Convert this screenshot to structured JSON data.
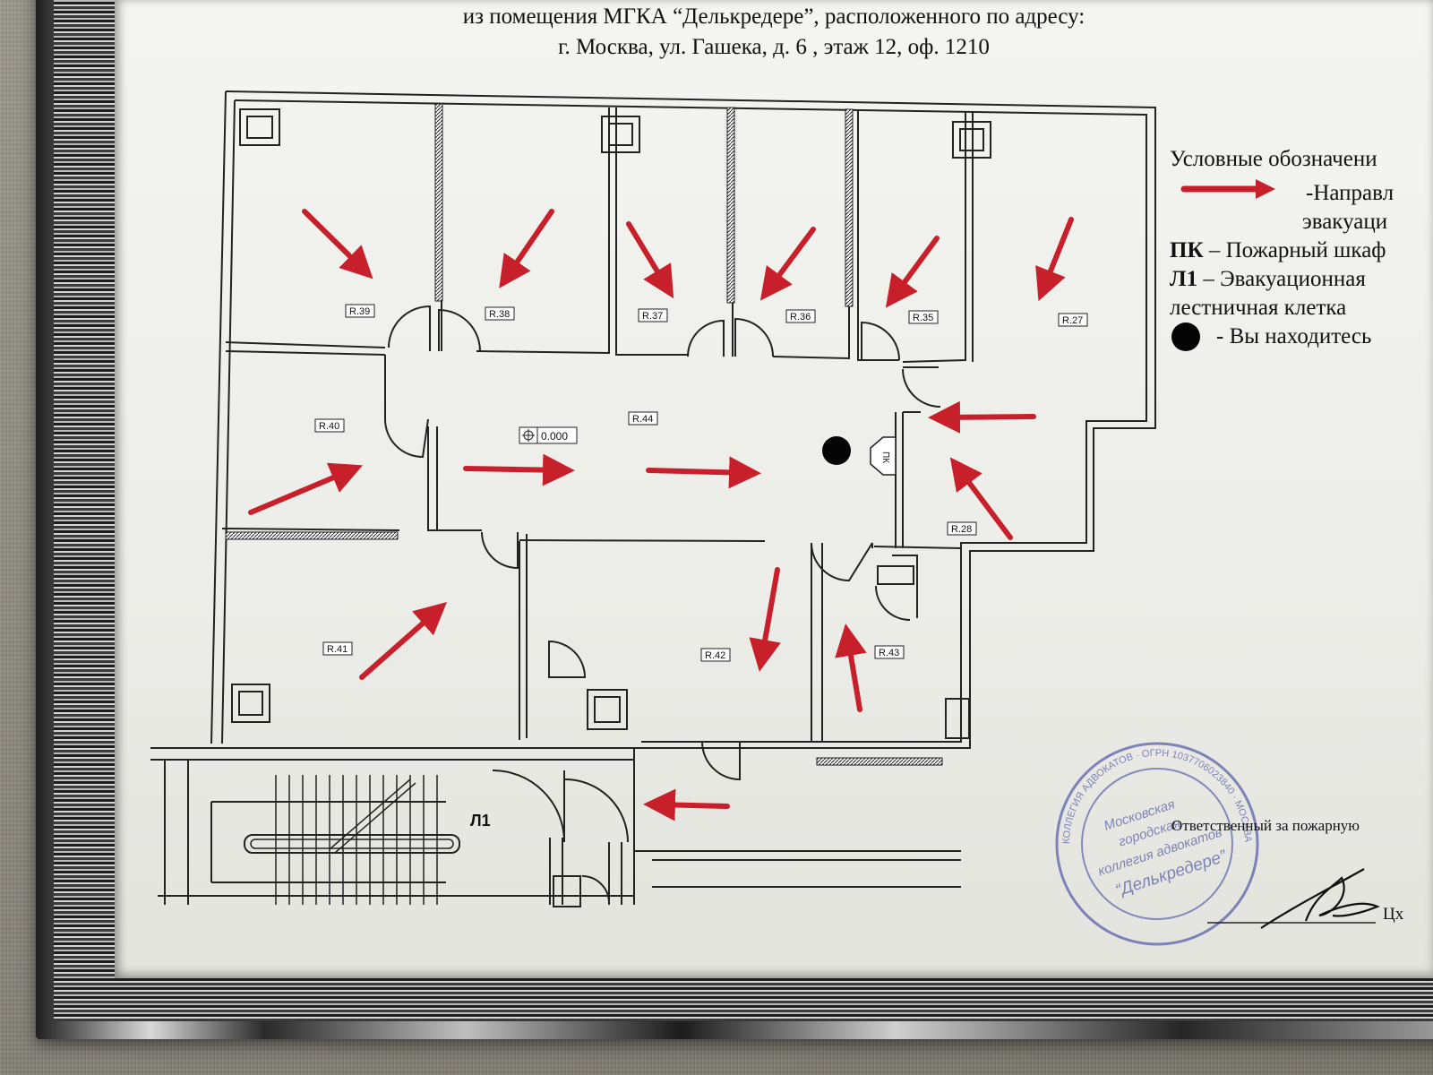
{
  "header": {
    "line1": "из помещения МГКА “Делькредере”, расположенного по адресу:",
    "line2": "г. Москва, ул. Гашека, д. 6 , этаж 12, оф. 1210"
  },
  "plan": {
    "rooms": [
      "R.39",
      "R.38",
      "R.37",
      "R.36",
      "R.35",
      "R.27",
      "R.40",
      "R.44",
      "R.28",
      "R.41",
      "R.42",
      "R.43"
    ],
    "elevation": "0.000",
    "hydrant": "ПК",
    "stair": "Л1"
  },
  "legend": {
    "title": "Условные обозначени",
    "arrow_line1": "-Направл",
    "arrow_line2": "эвакуаци",
    "pk_abbr": "ПК",
    "pk_text": " – Пожарный шкаф",
    "l1_abbr": "Л1",
    "l1_text": " – Эвакуационная",
    "l1_text2": "лестничная клетка",
    "you_text": "- Вы находитесь"
  },
  "footer": {
    "responsible": "Ответственный за пожарную",
    "signer": "Цх"
  },
  "stamp": {
    "center_line1": "Московская",
    "center_line2": "городская",
    "center_line3": "коллегия адвокатов",
    "center_name": "“Делькредере”",
    "ring": "КОЛЛЕГИЯ АДВОКАТОВ · ОГРН 1037706023840 · МОСКВА"
  },
  "colors": {
    "arrow": "#c8202a",
    "line": "#222222",
    "stamp": "#5a62a8"
  }
}
